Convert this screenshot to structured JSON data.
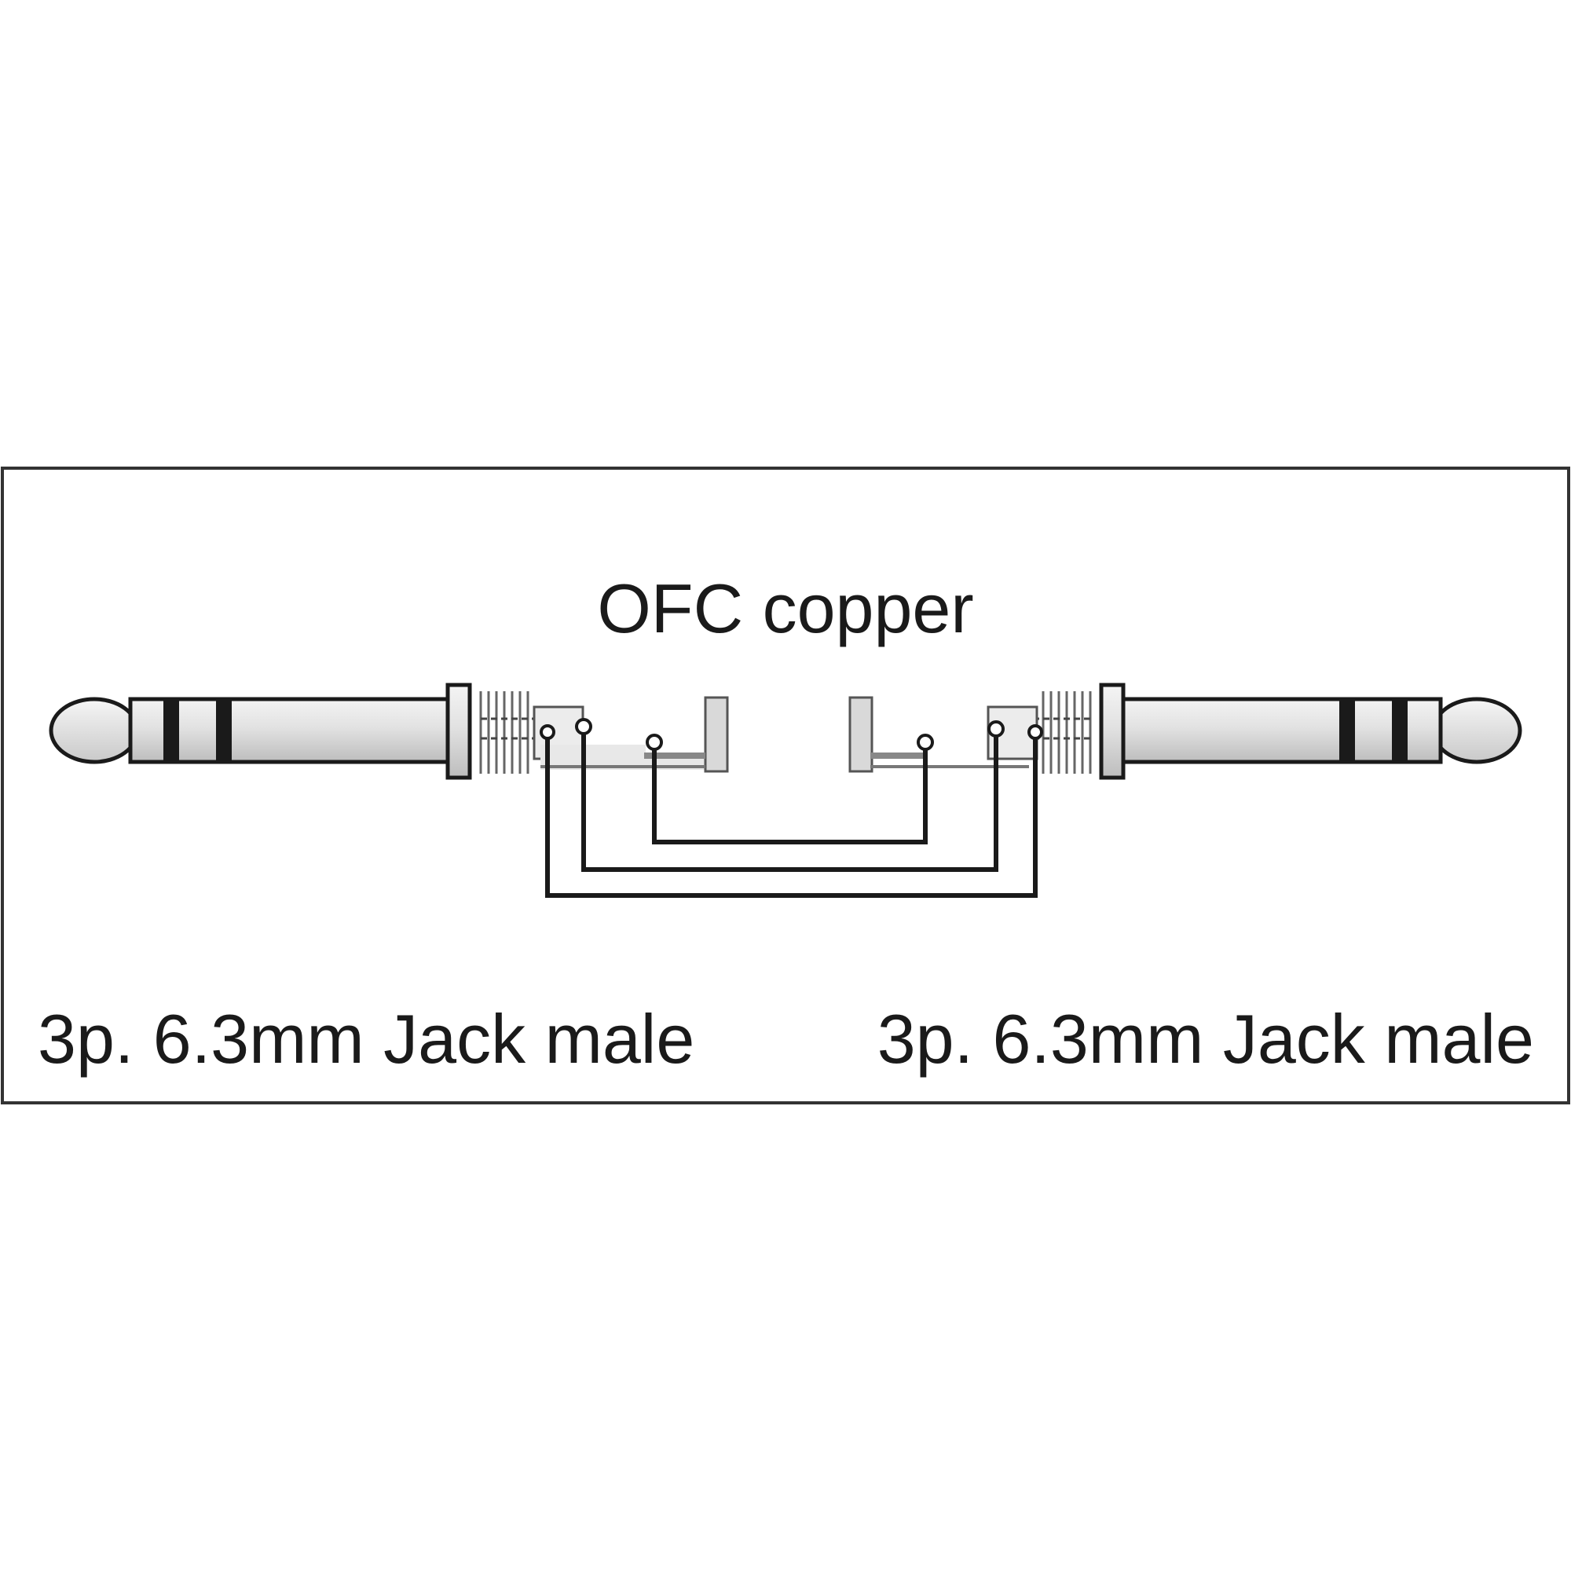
{
  "diagram": {
    "cable_label": "OFC copper",
    "left_connector_label": "3p. 6.3mm Jack male",
    "right_connector_label": "3p. 6.3mm Jack male"
  },
  "colors": {
    "background": "#ffffff",
    "frame": "#333333",
    "line": "#1a1a1a",
    "connector_fill": "#e6e6e6",
    "ring_dark": "#1a1a1a"
  },
  "icons": {
    "left": "jack-plug-icon",
    "right": "jack-plug-icon"
  }
}
